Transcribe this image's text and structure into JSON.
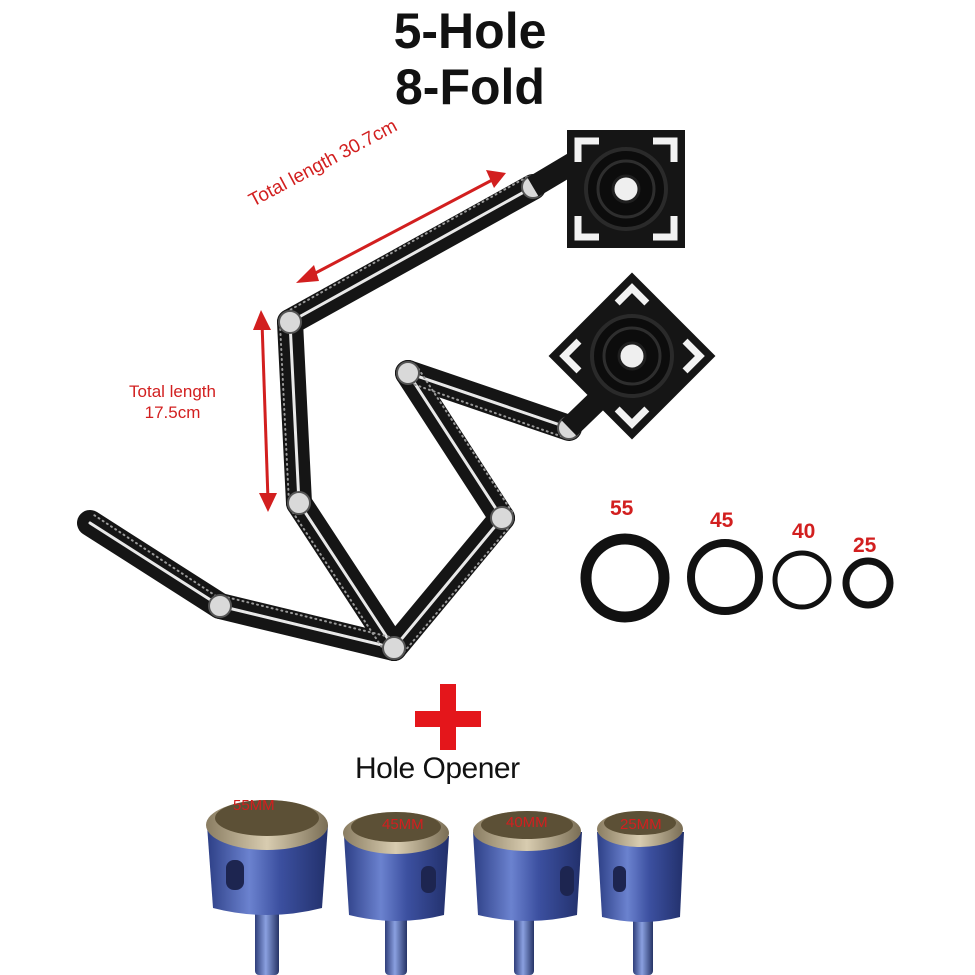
{
  "title": {
    "line1": "5-Hole",
    "line2": "8-Fold"
  },
  "dimensions": {
    "long": "Total length 30.7cm",
    "short_line1": "Total length",
    "short_line2": "17.5cm"
  },
  "rings": [
    {
      "label": "55"
    },
    {
      "label": "45"
    },
    {
      "label": "40"
    },
    {
      "label": "25"
    }
  ],
  "plus_label": "Hole Opener",
  "bits": [
    {
      "label": "55MM"
    },
    {
      "label": "45MM"
    },
    {
      "label": "40MM"
    },
    {
      "label": "25MM"
    }
  ],
  "colors": {
    "accent": "#d21f1f",
    "ruler": "#161616",
    "bit_body": "#4a5fa8"
  }
}
